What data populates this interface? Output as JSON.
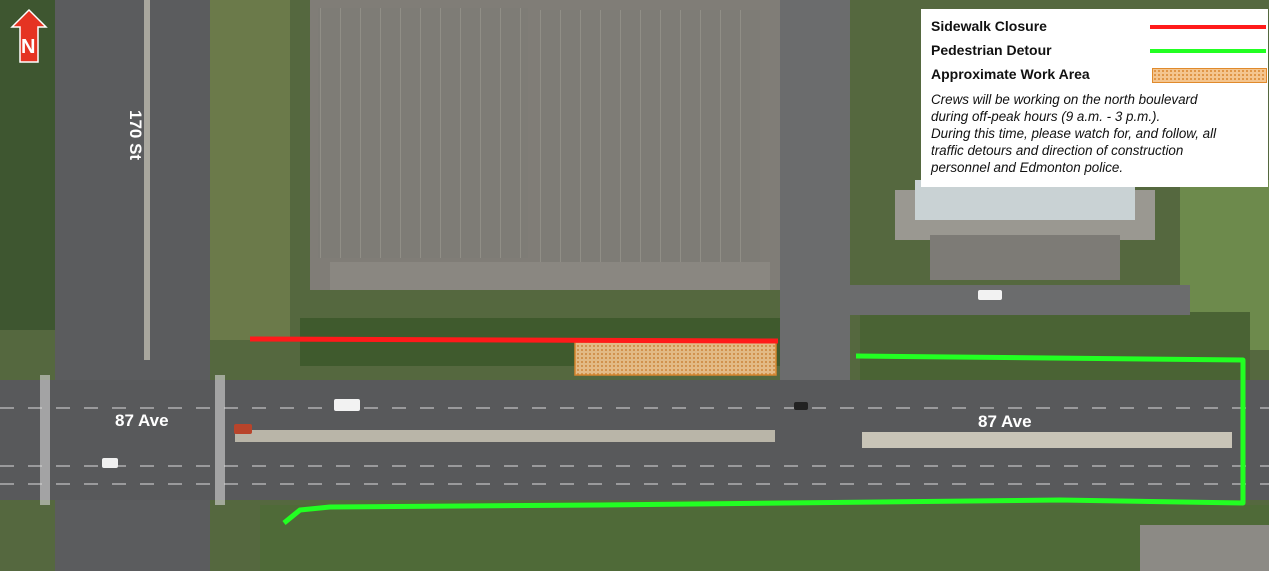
{
  "map": {
    "north_label": "N",
    "streets": {
      "avenue_west": "87 Ave",
      "avenue_east": "87 Ave",
      "street": "170 St"
    }
  },
  "legend": {
    "items": [
      {
        "label": "Sidewalk Closure",
        "color": "#ff1a1a",
        "symbol": "line"
      },
      {
        "label": "Pedestrian Detour",
        "color": "#22ff22",
        "symbol": "line"
      },
      {
        "label": "Approximate Work Area",
        "color": "#f4a04a",
        "symbol": "hatched-area"
      }
    ],
    "note": "Crews will be working on the north boulevard\nduring off-peak hours (9 a.m. - 3 p.m.).\nDuring this time, please watch for, and follow, all\ntraffic detours and direction of construction\npersonnel and Edmonton police."
  }
}
